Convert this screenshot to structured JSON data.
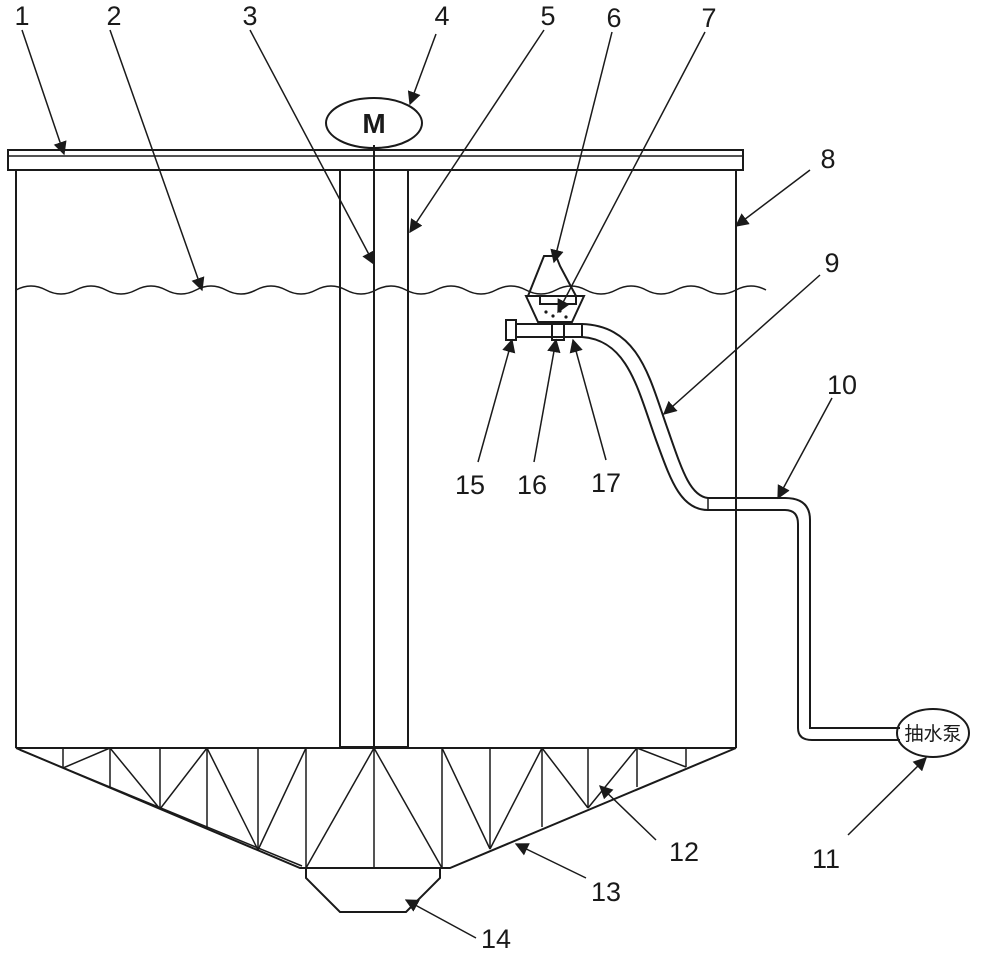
{
  "motor": {
    "label": "M"
  },
  "pump": {
    "label": "抽水泵"
  },
  "callouts": [
    {
      "id": "1"
    },
    {
      "id": "2"
    },
    {
      "id": "3"
    },
    {
      "id": "4"
    },
    {
      "id": "5"
    },
    {
      "id": "6"
    },
    {
      "id": "7"
    },
    {
      "id": "8"
    },
    {
      "id": "9"
    },
    {
      "id": "10"
    },
    {
      "id": "11"
    },
    {
      "id": "12"
    },
    {
      "id": "13"
    },
    {
      "id": "14"
    },
    {
      "id": "15"
    },
    {
      "id": "16"
    },
    {
      "id": "17"
    }
  ]
}
